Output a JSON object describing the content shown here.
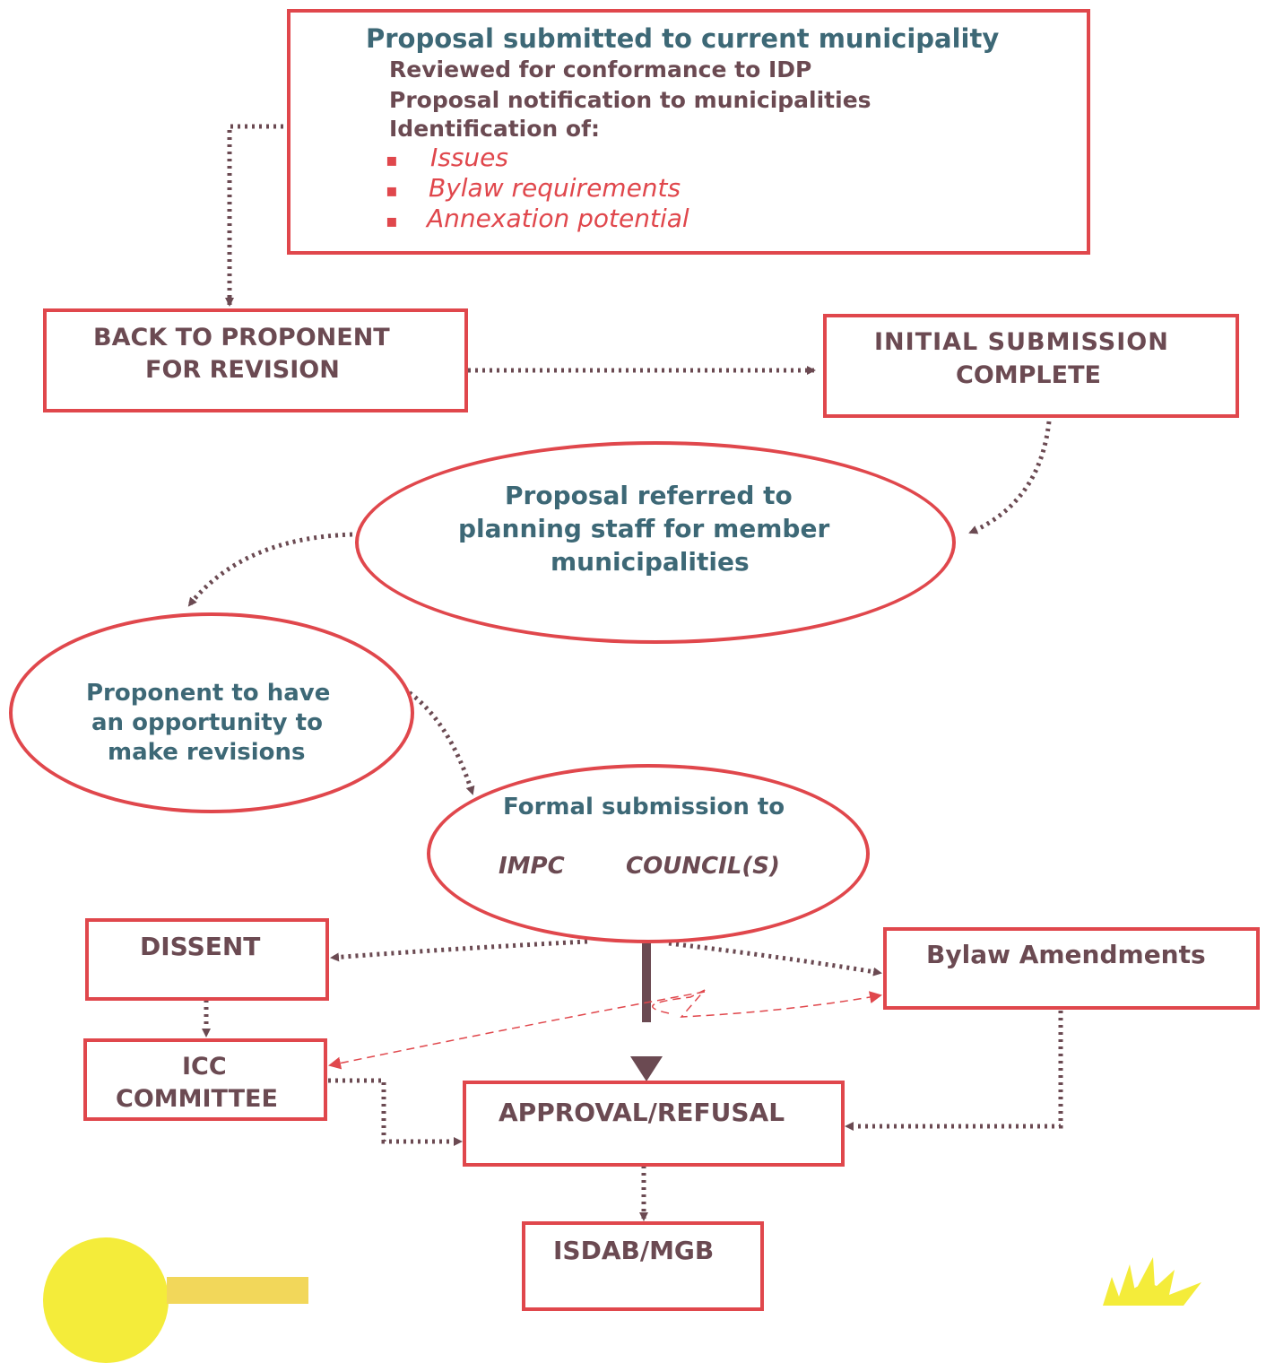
{
  "top": {
    "title": "Proposal submitted  to current municipality",
    "line1": "Reviewed for conformance to IDP",
    "line2": "Proposal notification to municipalities",
    "line3": "Identification of:",
    "bullets": [
      "Issues",
      "Bylaw requirements",
      "Annexation potential"
    ]
  },
  "back": {
    "line1": "BACK TO PROPONENT",
    "line2": "FOR REVISION"
  },
  "initial": {
    "line1": "INITIAL SUBMISSION",
    "line2": "COMPLETE"
  },
  "referred": {
    "line1": "Proposal referred to",
    "line2": "planning staff for member",
    "line3": "municipalities"
  },
  "proponent": {
    "line1": "Proponent to have",
    "line2": "an opportunity to",
    "line3": "make revisions"
  },
  "formal": {
    "line1": "Formal submission to",
    "impc": "IMPC",
    "council": "COUNCIL(S)"
  },
  "dissent": "DISSENT",
  "bylaw": "Bylaw Amendments",
  "icc": {
    "line1": "ICC",
    "line2": "COMMITTEE"
  },
  "approval": "APPROVAL/REFUSAL",
  "isdab": "ISDAB/MGB",
  "colors": {
    "border": "#e0474c",
    "text": "#6b4a52",
    "teal": "#3d6876",
    "arrow": "#6b4a52"
  }
}
